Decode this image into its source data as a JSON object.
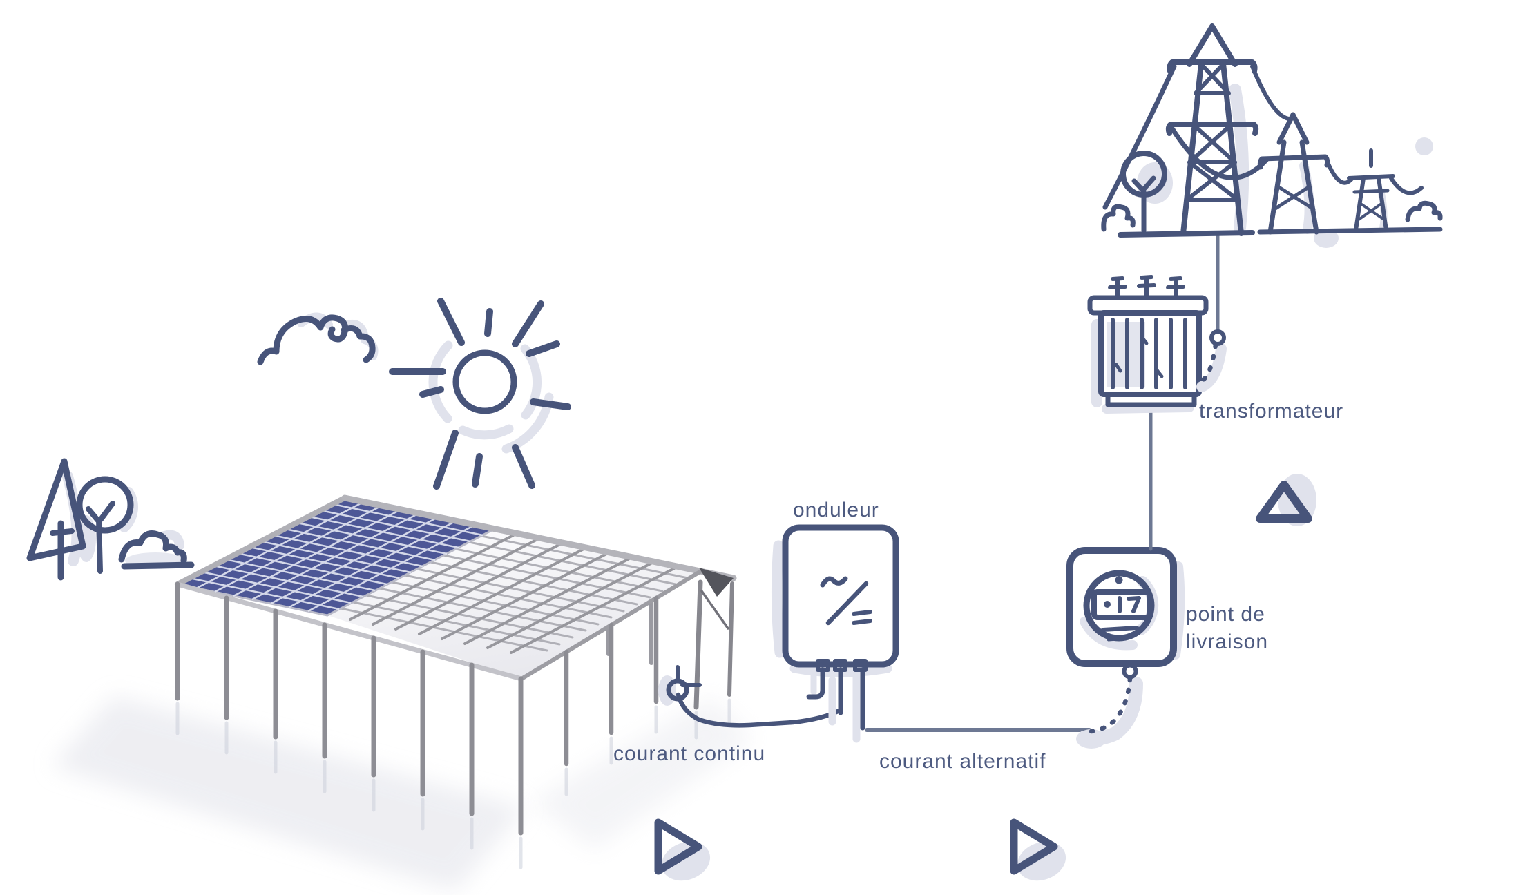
{
  "scene": {
    "labels": {
      "inverter": "onduleur",
      "dc_current": "courant continu",
      "ac_current": "courant alternatif",
      "delivery_point_line1": "point de",
      "delivery_point_line2": "livraison",
      "transformer": "transformateur"
    },
    "icons": [
      "sun-icon",
      "cloud-icon",
      "pine-tree-icon",
      "round-tree-icon",
      "bush-icon",
      "solar-carport",
      "solar-panel",
      "dc-plug-icon",
      "inverter-icon",
      "delivery-meter-icon",
      "transformer-icon",
      "power-pylons-icon",
      "play-icon",
      "triangle-icon"
    ]
  },
  "colors": {
    "ink": "#47547a",
    "text": "#4d5a80",
    "shadow": "#e0e2ec",
    "sun": "#f9c46c",
    "panel": "#4d5796",
    "panel_grid": "#e3e6f2",
    "wire": "#6d7893",
    "steel": "#9a9aa1"
  }
}
